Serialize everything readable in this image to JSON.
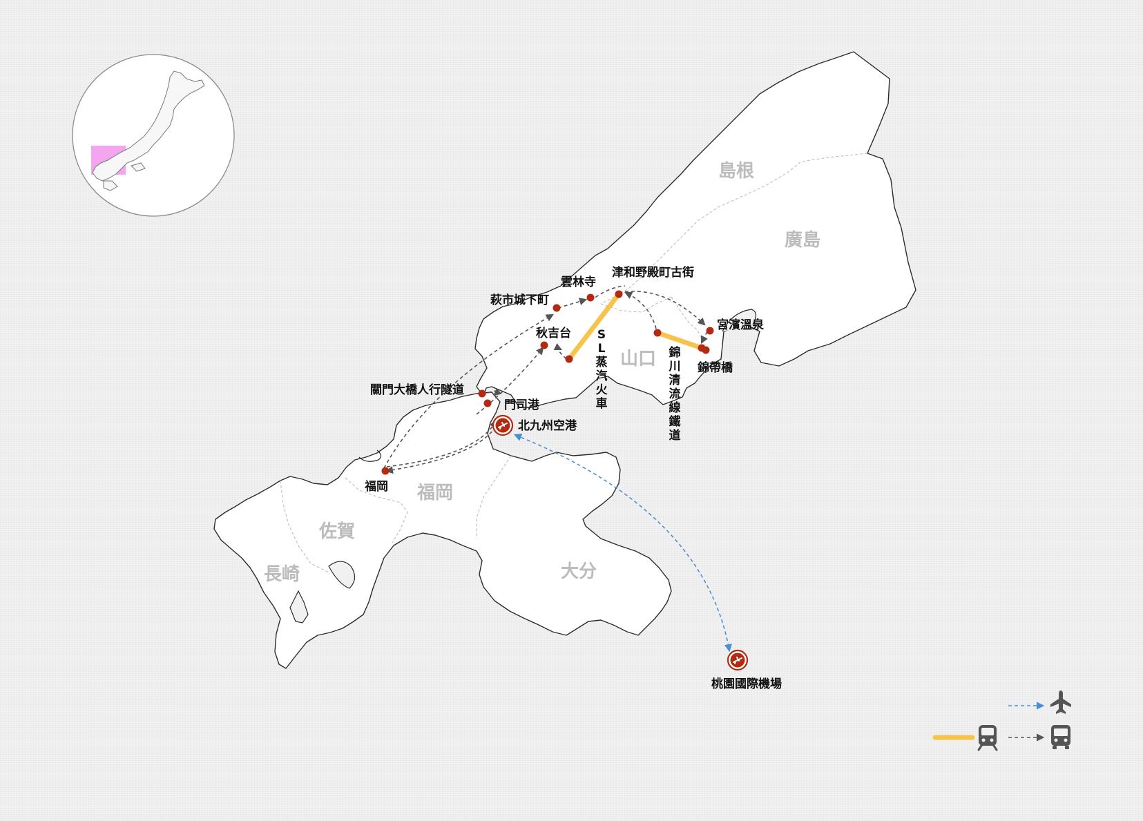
{
  "prefectures": [
    {
      "id": "shimane",
      "label": "島根"
    },
    {
      "id": "hiroshima",
      "label": "廣島"
    },
    {
      "id": "yamaguchi",
      "label": "山口"
    },
    {
      "id": "fukuoka",
      "label": "福岡"
    },
    {
      "id": "saga",
      "label": "佐賀"
    },
    {
      "id": "nagasaki",
      "label": "長崎"
    },
    {
      "id": "oita",
      "label": "大分"
    }
  ],
  "places": [
    {
      "id": "unrinji",
      "label": "雲林寺"
    },
    {
      "id": "hagi",
      "label": "萩市城下町"
    },
    {
      "id": "tsuwano",
      "label": "津和野殿町古街"
    },
    {
      "id": "akiyoshidai",
      "label": "秋吉台"
    },
    {
      "id": "miyahama",
      "label": "宮濱溫泉"
    },
    {
      "id": "kintaikyo",
      "label": "錦帶橋"
    },
    {
      "id": "kanmon",
      "label": "關門大橋人行隧道"
    },
    {
      "id": "mojiko",
      "label": "門司港"
    },
    {
      "id": "kitakyushu",
      "label": "北九州空港"
    },
    {
      "id": "fukuoka_city",
      "label": "福岡"
    },
    {
      "id": "taoyuan",
      "label": "桃園國際機場"
    }
  ],
  "rail_lines": [
    {
      "id": "sl",
      "label": "SL蒸汽火車"
    },
    {
      "id": "nishikigawa",
      "label": "錦川清流線鐵道"
    }
  ],
  "colors": {
    "rail": "#f7c34a",
    "bus_route": "#555555",
    "air_route": "#4a8fd4",
    "point": "#b22a12",
    "inset_highlight": "#f3a6ef"
  },
  "legend": {
    "items": [
      {
        "id": "flight",
        "icon": "airplane-icon"
      },
      {
        "id": "train",
        "icon": "train-icon"
      },
      {
        "id": "bus",
        "icon": "bus-icon"
      }
    ]
  }
}
